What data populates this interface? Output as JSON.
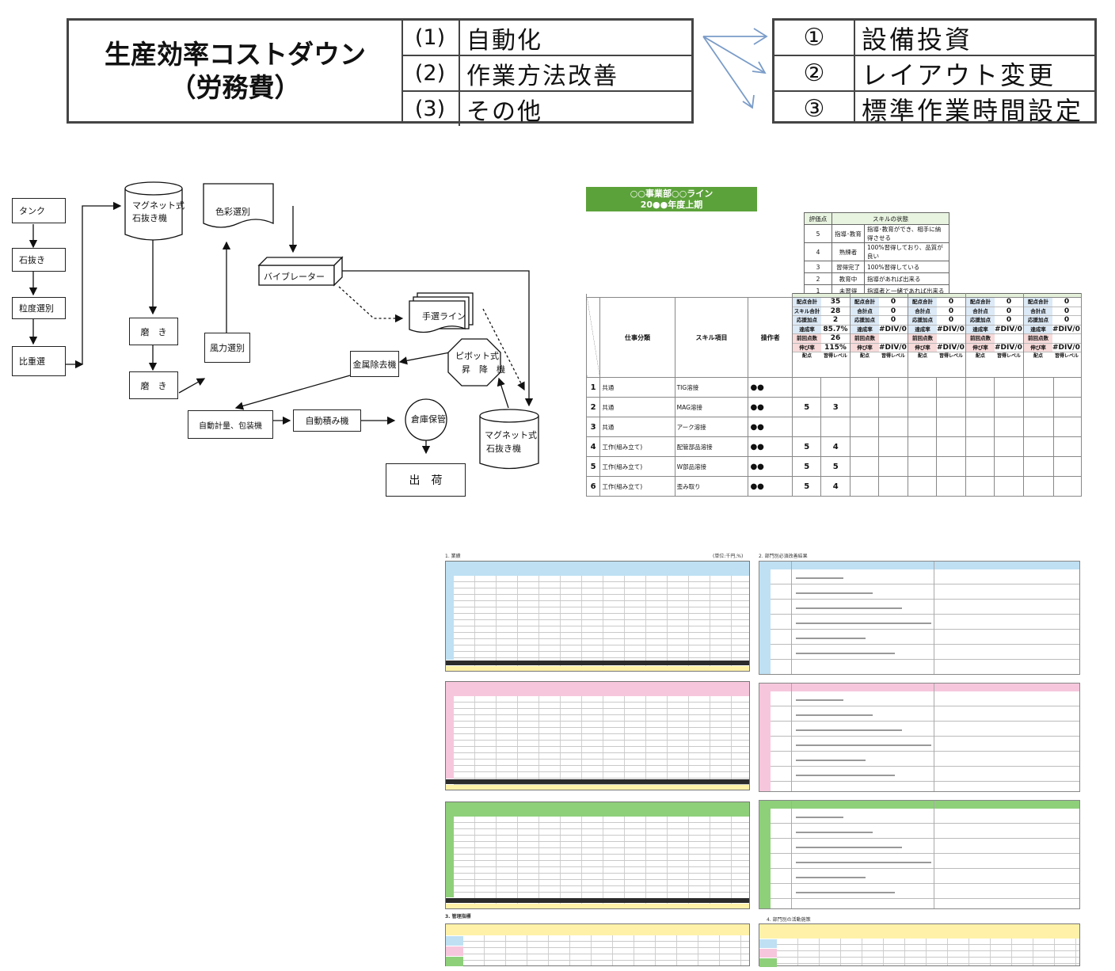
{
  "top": {
    "main_title_line1": "生産効率コストダウン",
    "main_title_line2": "（労務費）",
    "categories": [
      {
        "num": "(1)",
        "label": "自動化"
      },
      {
        "num": "(2)",
        "label": "作業方法改善"
      },
      {
        "num": "(3)",
        "label": "その他"
      }
    ],
    "methods": [
      {
        "num": "①",
        "label": "設備投資"
      },
      {
        "num": "②",
        "label": "レイアウト変更"
      },
      {
        "num": "③",
        "label": "標準作業時間設定"
      }
    ],
    "arrow_color": "#7a9cc8"
  },
  "flow": {
    "tank": "タンク",
    "stone_removal": "石抜き",
    "grain_sort": "粒度選別",
    "specific_gravity": "比重選",
    "magnet_a_line1": "マグネット式",
    "magnet_a_line2": "石抜き機",
    "color_sort": "色彩選別",
    "vibrator": "バイブレーター",
    "hand_line": "手選ライン",
    "polish1": "磨　き",
    "polish2": "磨　き",
    "wind_sort": "風力選別",
    "metal_removal": "金属除去機",
    "pivot_line1": "ピボット式",
    "pivot_line2": "昇　降　機",
    "auto_weigh": "自動計量、包装機",
    "auto_stack": "自動積み機",
    "warehouse": "倉庫保管",
    "magnet_b_line1": "マグネット式",
    "magnet_b_line2": "石抜き機",
    "shipping": "出　荷"
  },
  "skill": {
    "banner_line1": "○○事業部○○ライン",
    "banner_line2": "20●●年度上期",
    "legend_header": [
      "評価点",
      "スキルの状態"
    ],
    "legend": [
      {
        "score": "5",
        "name": "指導･教育",
        "desc": "指導･教育ができ、相手に納得させる"
      },
      {
        "score": "4",
        "name": "熟練者",
        "desc": "100%習得しており、品質が良い"
      },
      {
        "score": "3",
        "name": "習得完了",
        "desc": "100%習得している"
      },
      {
        "score": "2",
        "name": "教育中",
        "desc": "指導があれば出来る"
      },
      {
        "score": "1",
        "name": "未習得",
        "desc": "指導者と一緒であれば出来る"
      }
    ],
    "headers": {
      "job_class": "仕事分類",
      "skill_item": "スキル項目",
      "operator": "操作者"
    },
    "summary_labels": {
      "total_score": "配点合計",
      "skill_total": "スキル合計",
      "total": "合計点",
      "response_points": "応援加点",
      "achievement": "達成率",
      "prev_points": "前回点数",
      "growth": "伸び率",
      "score": "配点",
      "level": "習得レベル"
    },
    "summaries": [
      {
        "total_score": "35",
        "skill_total": "28",
        "response_points": "2",
        "achievement": "85.7%",
        "prev_points": "26",
        "growth": "115%"
      },
      {
        "total_score": "0",
        "skill_total": "0",
        "response_points": "0",
        "achievement": "#DIV/0!",
        "prev_points": "",
        "growth": "#DIV/0!"
      },
      {
        "total_score": "0",
        "skill_total": "0",
        "response_points": "0",
        "achievement": "#DIV/0!",
        "prev_points": "",
        "growth": "#DIV/0!"
      },
      {
        "total_score": "0",
        "skill_total": "0",
        "response_points": "0",
        "achievement": "#DIV/0!",
        "prev_points": "",
        "growth": "#DIV/0!"
      },
      {
        "total_score": "0",
        "skill_total": "0",
        "response_points": "0",
        "achievement": "#DIV/0!",
        "prev_points": "",
        "growth": "#DIV/0!"
      }
    ],
    "rows": [
      {
        "no": "1",
        "job": "共通",
        "skill": "TIG溶接",
        "op": "●●",
        "score": "",
        "level": ""
      },
      {
        "no": "2",
        "job": "共通",
        "skill": "MAG溶接",
        "op": "●●",
        "score": "5",
        "level": "3"
      },
      {
        "no": "3",
        "job": "共通",
        "skill": "アーク溶接",
        "op": "●●",
        "score": "",
        "level": ""
      },
      {
        "no": "4",
        "job": "工作(組み立て)",
        "skill": "配管部品溶接",
        "op": "●●",
        "score": "5",
        "level": "4"
      },
      {
        "no": "5",
        "job": "工作(組み立て)",
        "skill": "W部品溶接",
        "op": "●●",
        "score": "5",
        "level": "5"
      },
      {
        "no": "6",
        "job": "工作(組み立て)",
        "skill": "歪み取り",
        "op": "●●",
        "score": "5",
        "level": "4"
      }
    ]
  },
  "report": {
    "sec1": "1. 業績",
    "unit": "(単位:千円,%)",
    "sec2": "2. 部門別必須改善結果",
    "sec3": "3. 管理指標",
    "sec4": "4. 部門別の活動施策",
    "colors": {
      "blue": "#bfe0f3",
      "pink": "#f6c6dc",
      "green": "#8ecf7a",
      "yellow": "#fff2a8",
      "dark": "#2b2b2b"
    }
  }
}
